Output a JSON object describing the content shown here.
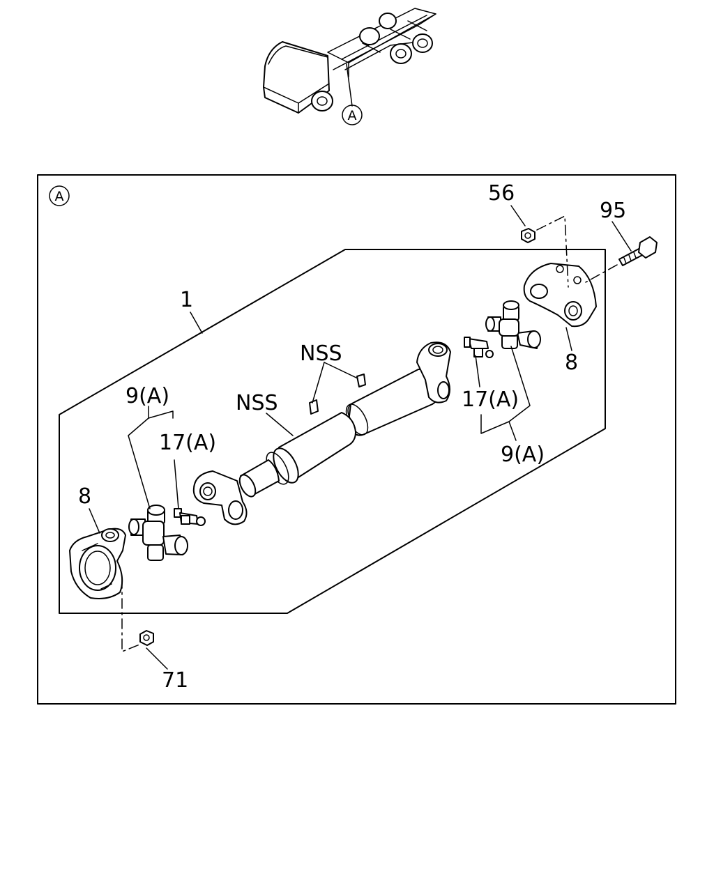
{
  "overview": {
    "callout": "A"
  },
  "detail": {
    "view_marker": "A"
  },
  "labels": {
    "p56": "56",
    "p95": "95",
    "p1": "1",
    "p8_right": "8",
    "nss_top": "NSS",
    "nss_left": "NSS",
    "p17a_right": "17(A)",
    "p9a_right": "9(A)",
    "p9a_left": "9(A)",
    "p17a_left": "17(A)",
    "p8_left": "8",
    "p71": "71"
  }
}
